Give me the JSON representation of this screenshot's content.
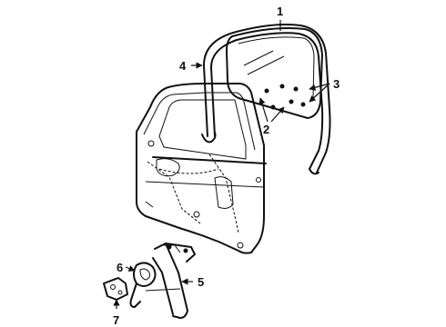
{
  "callouts": [
    {
      "id": "1",
      "label": "1"
    },
    {
      "id": "2",
      "label": "2"
    },
    {
      "id": "3",
      "label": "3"
    },
    {
      "id": "4",
      "label": "4"
    },
    {
      "id": "5",
      "label": "5"
    },
    {
      "id": "6",
      "label": "6"
    },
    {
      "id": "7",
      "label": "7"
    }
  ]
}
